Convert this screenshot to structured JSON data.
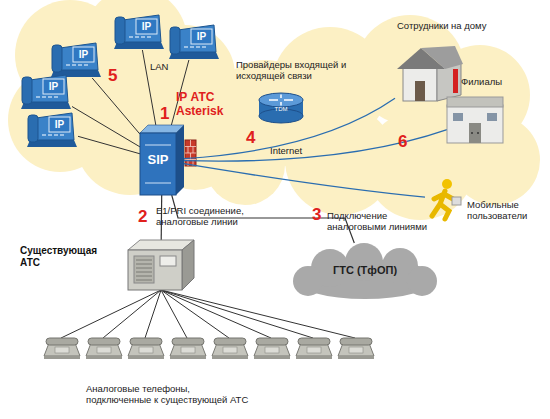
{
  "diagram": {
    "nodes": [
      {
        "text": [
          "IP"
        ]
      },
      {
        "text": [
          "IP"
        ]
      },
      {
        "text": [
          "IP"
        ]
      },
      {
        "text": [
          "IP"
        ]
      },
      {
        "text": [
          "IP"
        ]
      },
      {
        "text": [
          "SIP"
        ]
      },
      {
        "text": [
          "TDM"
        ]
      },
      {
        "text": [
          "Существующая АТС"
        ]
      },
      {
        "text": [
          "ГТС (ТфОП)"
        ]
      },
      {
        "text": [
          "Сотрудники на дому"
        ]
      },
      {
        "text": [
          "Филиалы"
        ]
      },
      {
        "text": [
          "Мобильные пользователи"
        ]
      }
    ],
    "edges": [
      {
        "from": 0,
        "to": 5,
        "arrow": "none"
      },
      {
        "from": 1,
        "to": 5,
        "arrow": "none"
      },
      {
        "from": 2,
        "to": 5,
        "arrow": "none"
      },
      {
        "from": 3,
        "to": 5,
        "arrow": "none"
      },
      {
        "from": 4,
        "to": 5,
        "arrow": "none"
      },
      {
        "from": 5,
        "to": 9,
        "arrow": "none"
      },
      {
        "from": 5,
        "to": 10,
        "arrow": "none"
      },
      {
        "from": 5,
        "to": 11,
        "arrow": "none"
      },
      {
        "from": 5,
        "to": 7,
        "label": "E1/PRI соединение, аналоговые линии",
        "arrow": "none"
      },
      {
        "from": 5,
        "to": 8,
        "label": "Подключение аналоговыми линиями",
        "arrow": "none"
      }
    ],
    "labels": [
      "1",
      "IP АТС Asterisk",
      "5",
      "LAN",
      "Провайдеры входящей и исходящей связи",
      "4",
      "Internet",
      "6",
      "2",
      "3",
      "Аналоговые телефоны, подключенные к существующей АТС"
    ]
  }
}
